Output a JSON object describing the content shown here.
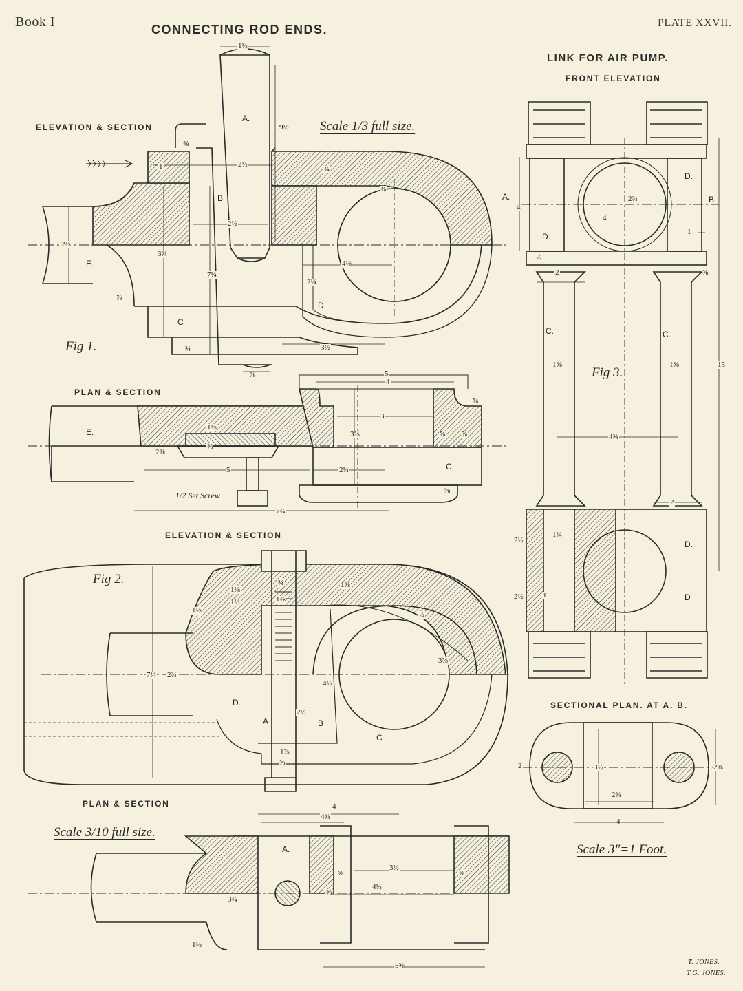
{
  "header": {
    "book": "Book I",
    "plate": "PLATE XXVII.",
    "title": "CONNECTING ROD ENDS.",
    "right_title": "LINK FOR AIR PUMP."
  },
  "fig1": {
    "section_elevation": "ELEVATION & SECTION",
    "section_plan": "PLAN & SECTION",
    "scale": "Scale 1/3 full size.",
    "label": "Fig 1.",
    "letters": {
      "a": "A.",
      "b": "B",
      "c": "C",
      "d": "D",
      "e": "E.",
      "e2": "E."
    },
    "set_screw": "1/2 Set Screw",
    "dims": {
      "d1": "1½",
      "d2": "9½",
      "d3": "⅝",
      "d4": "1",
      "d5": "2½",
      "d6": "¾",
      "d7": "⅜",
      "d8": "2½",
      "d9": "2⅜",
      "d10": "3¾",
      "d11": "7¼",
      "d12": "4⅛",
      "d13": "2¼",
      "d14": "¾",
      "d15": "3½",
      "d16": "⅞",
      "d17": "⅞",
      "p1": "5",
      "p2": "4",
      "p3": "3",
      "p4": "⅝",
      "p5": "1⅛",
      "p6": "⅝",
      "p7": "3⅝",
      "p8": "⅝",
      "p9": "⅞",
      "p10": "2⅜",
      "p11": "5",
      "p12": "2¼",
      "p13": "⅜",
      "p14": "7¾"
    }
  },
  "fig2": {
    "section_elevation": "ELEVATION & SECTION",
    "section_plan": "PLAN & SECTION",
    "scale": "Scale 3/10 full size.",
    "label": "Fig 2.",
    "letters": {
      "a": "A",
      "b": "B",
      "c": "C",
      "d": "D.",
      "a2": "A."
    },
    "dims": {
      "d1": "1⅛",
      "d2": "1⅛",
      "d3": "1½",
      "d4": "¾",
      "d5": "1⅜",
      "d6": "1⅜",
      "d7": "½",
      "d8": "3⅝",
      "d9": "7¼",
      "d10": "2¾",
      "d11": "4½",
      "d12": "2½",
      "d13": "1⅞",
      "d14": "⅝",
      "p1": "4",
      "p2": "4¾",
      "p3": "3½",
      "p4": "4½",
      "p5": "⅝",
      "p6": "⅝",
      "p7": "⅝",
      "p8": "3¾",
      "p9": "5⅝",
      "p10": "1⅛"
    }
  },
  "fig3": {
    "front_elevation": "FRONT ELEVATION",
    "sectional_plan": "SECTIONAL PLAN. AT A. B.",
    "scale": "Scale 3\"=1 Foot.",
    "label": "Fig 3.",
    "letters": {
      "a": "A.",
      "b": "B.",
      "d1": "D.",
      "d2": "D.",
      "d3": "D.",
      "d4": "D",
      "c1": "C.",
      "c2": "C."
    },
    "dims": {
      "d1": "4",
      "d2": "2¾",
      "d3": "4",
      "d4": "1",
      "d5": "½",
      "d6": "2",
      "d7": "⅝",
      "d8": "1⅜",
      "d9": "1⅜",
      "d10": "15",
      "d11": "4¾",
      "d12": "2",
      "d13": "2½",
      "d14": "1¼",
      "d15": "2½",
      "d16": "1",
      "s1": "2",
      "s2": "3½",
      "s3": "2⅝",
      "s4": "2¾",
      "s5": "4"
    }
  },
  "signature": {
    "line1": "T. JONES.",
    "line2": "T.G. JONES."
  },
  "colors": {
    "paper": "#f6f0de",
    "ink": "#2a2a2a"
  }
}
